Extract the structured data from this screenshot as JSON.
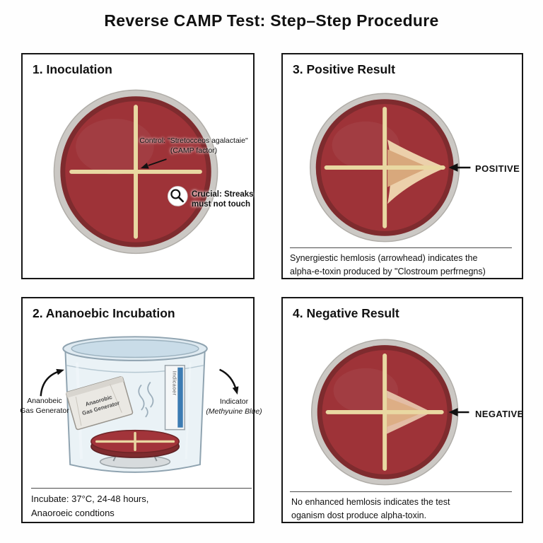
{
  "title": "Reverse CAMP Test: Step–Step Procedure",
  "panels": {
    "inoculation": {
      "title": "1. Inoculation",
      "control_annotation": {
        "line1": "Control: \"Stretocceos agalactaie\"",
        "line2": "(CAMP factor)"
      },
      "crucial_annotation": {
        "line1": "Crucial: Streaks",
        "line2": "must not touch"
      },
      "icon": "magnifier-icon"
    },
    "positive": {
      "title": "3. Positive Result",
      "result_label": "POSITIVE",
      "caption": {
        "line1": "Synergiestic hemlosis (arrowhead) indicates the",
        "line2": "alpha-e-toxin produced by \"Clostroum perfrnegns)"
      }
    },
    "incubation": {
      "title": "2. Ananoebic Incubation",
      "left_label": {
        "line1": "Ananobeic",
        "line2": "Gas Generator"
      },
      "packet_label": {
        "line1": "Anaorobic",
        "line2": "Gas Generator"
      },
      "strip_label": "Indicaoer",
      "right_label": {
        "line1": "Indicator",
        "line2": "(Methyuine Blue)"
      },
      "caption": {
        "line1": "Incubate: 37°C, 24-48 hours,",
        "line2": "Anaoroeic condtions"
      }
    },
    "negative": {
      "title": "4. Negative Result",
      "result_label": "NEGATIVE",
      "caption": {
        "line1": "No enhanced hemlosis indicates the test",
        "line2": "oganism dost produce alpha-toxin."
      }
    }
  },
  "colors": {
    "agar": "#9e3338",
    "agar_rim": "#7e2b2e",
    "plate_edge": "#cbc8c4",
    "streak": "#e9d8a2",
    "hemolysis_outer": "#ecd0ab",
    "hemolysis_inner": "#d8a87c",
    "jar_glass": "#dfeaf1",
    "indicator_blue": "#3d7cb3"
  }
}
